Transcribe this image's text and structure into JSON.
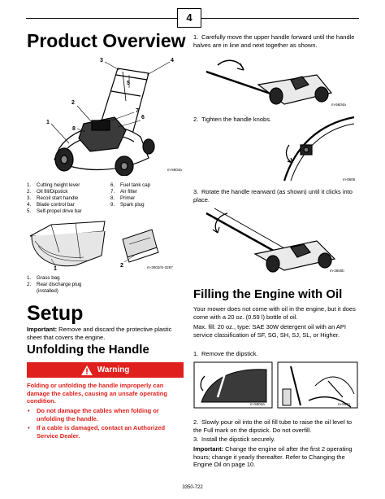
{
  "page_number": "4",
  "left": {
    "product_overview_title": "Product Overview",
    "fig1_code": "m-5604a",
    "fig1_callouts": [
      "1",
      "2",
      "3",
      "4",
      "5",
      "6",
      "7",
      "8"
    ],
    "parts_list": [
      {
        "n": "1.",
        "label": "Cutting height lever"
      },
      {
        "n": "2.",
        "label": "Oil fill/Dipstick"
      },
      {
        "n": "3.",
        "label": "Recoil start handle"
      },
      {
        "n": "4.",
        "label": "Blade control bar"
      },
      {
        "n": "5.",
        "label": "Self-propel drive bar"
      }
    ],
    "parts_list_right": [
      {
        "n": "6.",
        "label": "Fuel tank cap"
      },
      {
        "n": "7.",
        "label": "Air filter"
      },
      {
        "n": "8.",
        "label": "Primer"
      },
      {
        "n": "9.",
        "label": "Spark plug"
      }
    ],
    "fig2_callouts": [
      "1",
      "2"
    ],
    "fig2_code": "m-3002/m-3287",
    "fig2_legend": [
      {
        "n": "1.",
        "label": "Grass bag"
      },
      {
        "n": "2.",
        "label": "Rear discharge plug (installed)"
      }
    ],
    "setup_title": "Setup",
    "setup_important_lead": "Important:",
    "setup_important_text": " Remove and discard the protective plastic sheet that covers the engine.",
    "unfolding_title": "Unfolding the Handle",
    "warning_label": "Warning",
    "warning_text": "Folding or unfolding the handle improperly can damage the cables, causing an unsafe operating condition.",
    "warning_bullets": [
      "Do not damage the cables when folding or unfolding the handle.",
      "If a cable is damaged, contact an Authorized Service Dealer."
    ]
  },
  "right": {
    "step1": "1.",
    "step1_text": "Carefully move the upper handle forward until the handle halves are in line and next together as shown.",
    "fig3_code": "m-5604a",
    "step2": "2.",
    "step2_text": "Tighten the handle knobs.",
    "fig4_code": "m-5605",
    "step3": "3.",
    "step3_text": "Rotate the handle rearward (as shown) until it clicks into place.",
    "fig5_code": "m-3650b",
    "oil_title": "Filling the Engine with Oil",
    "oil_para1": "Your mower does not come with oil in the engine, but it does come with a 20 oz. (0.59 l) bottle of oil.",
    "oil_para2": "Max. fill: 20 oz., type: SAE 30W detergent oil with an API service classification of SF, SG, SH, SJ, SL, or Higher.",
    "oil_step1": "1.",
    "oil_step1_text": "Remove the dipstick.",
    "fig6a_code": "m-5604a",
    "fig6b_code": "m-5571",
    "oil_step2": "2.",
    "oil_step2_text": "Slowly pour oil into the oil fill tube to raise the oil level to the Full mark on the dipstick. Do not overfill.",
    "oil_step3": "3.",
    "oil_step3_text": "Install the dipstick securely.",
    "oil_important_lead": "Important:",
    "oil_important_text": " Change the engine oil after the first 2 operating hours; change it yearly thereafter. Refer to Changing the Engine Oil on page 10."
  },
  "footer_text": "3350-722"
}
